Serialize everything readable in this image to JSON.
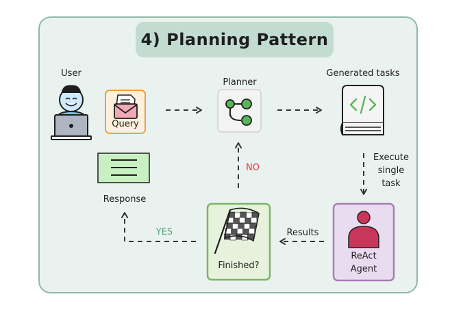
{
  "title": "4) Planning Pattern",
  "nodes": {
    "user": "User",
    "query": "Query",
    "planner": "Planner",
    "generated_tasks": "Generated tasks",
    "execute_line1": "Execute",
    "execute_line2": "single",
    "execute_line3": "task",
    "react_line1": "ReAct",
    "react_line2": "Agent",
    "results": "Results",
    "finished": "Finished?",
    "yes": "YES",
    "no": "NO",
    "response": "Response"
  },
  "icons": {
    "user": "person-at-laptop-icon",
    "query": "envelope-icon",
    "planner": "branch-icon",
    "tasks": "code-book-icon",
    "agent": "agent-person-icon",
    "finished": "checkered-flag-icon",
    "response": "document-lines-icon"
  },
  "colors": {
    "frame_border": "#8fb9a5",
    "frame_fill": "#eaf2ef",
    "title_fill": "#c3dcd1",
    "query_border": "#e8a33d",
    "query_fill": "#fdf1dd",
    "green": "#59b55a",
    "agent_border": "#a77db4",
    "agent_fill": "#eadcf0",
    "agent_icon": "#c8365a",
    "finished_border": "#7fb26b",
    "finished_fill": "#e6f2dc",
    "response_fill": "#c8f0c2",
    "yes": "#5aa57e",
    "no": "#d63a3a"
  }
}
